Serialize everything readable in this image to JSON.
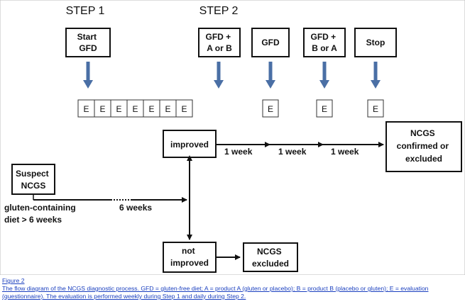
{
  "steps": {
    "step1": "STEP 1",
    "step2": "STEP 2"
  },
  "boxes": {
    "start_gfd": [
      "Start",
      "GFD"
    ],
    "gfd_ab": [
      "GFD +",
      "A or B"
    ],
    "gfd": [
      "GFD"
    ],
    "gfd_ba": [
      "GFD +",
      "B or A"
    ],
    "stop": [
      "Stop"
    ],
    "suspect": [
      "Suspect",
      "NCGS"
    ],
    "improved": [
      "improved"
    ],
    "not_improved": [
      "not",
      "improved"
    ],
    "ncgs_confirmed": [
      "NCGS",
      "confirmed or",
      "excluded"
    ],
    "ncgs_excluded": [
      "NCGS",
      "excluded"
    ]
  },
  "evaluation_label": "E",
  "weekly_evaluations_count": 7,
  "labels": {
    "week1": "1 week",
    "week2": "1 week",
    "week3": "1 week",
    "six_weeks": "6 weeks",
    "gluten_diet": [
      "gluten-containing",
      "diet > 6 weeks"
    ]
  },
  "caption": {
    "title": "Figure 2",
    "text": "The flow diagram of the NCGS diagnostic process. GFD = gluten-free diet; A = product A (gluten or placebo); B = product B (placebo or gluten); E = evaluation (questionnaire). The evaluation is performed weekly during Step 1 and daily during Step 2."
  },
  "colors": {
    "down_arrow": "#4a6fa5",
    "stroke": "#111111",
    "caption": "#1a3fbf"
  }
}
